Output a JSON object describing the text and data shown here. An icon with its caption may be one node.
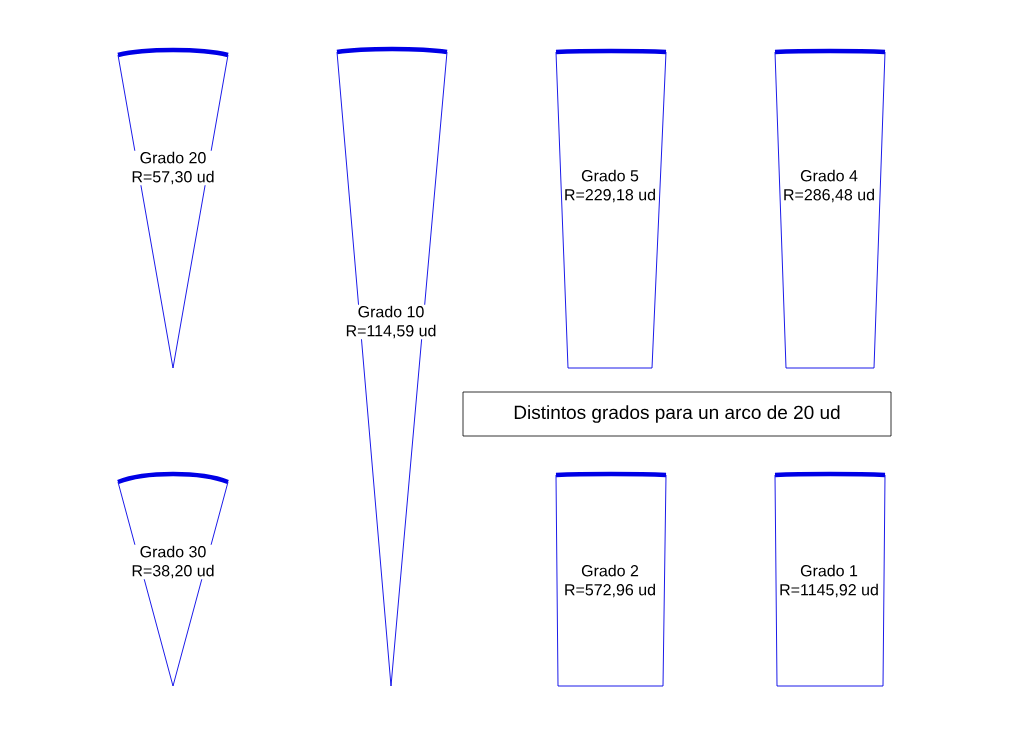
{
  "diagram": {
    "title": "Distintos grados para un arco de 20 ud",
    "nodes": [
      {
        "text": [
          "Grado 20",
          "R=57,30 ud"
        ]
      },
      {
        "text": [
          "Grado 10",
          "R=114,59 ud"
        ]
      },
      {
        "text": [
          "Grado 5",
          "R=229,18 ud"
        ]
      },
      {
        "text": [
          "Grado 4",
          "R=286,48 ud"
        ]
      },
      {
        "text": [
          "Grado 30",
          "R=38,20 ud"
        ]
      },
      {
        "text": [
          "Grado 2",
          "R=572,96 ud"
        ]
      },
      {
        "text": [
          "Grado 1",
          "R=1145,92 ud"
        ]
      }
    ]
  }
}
